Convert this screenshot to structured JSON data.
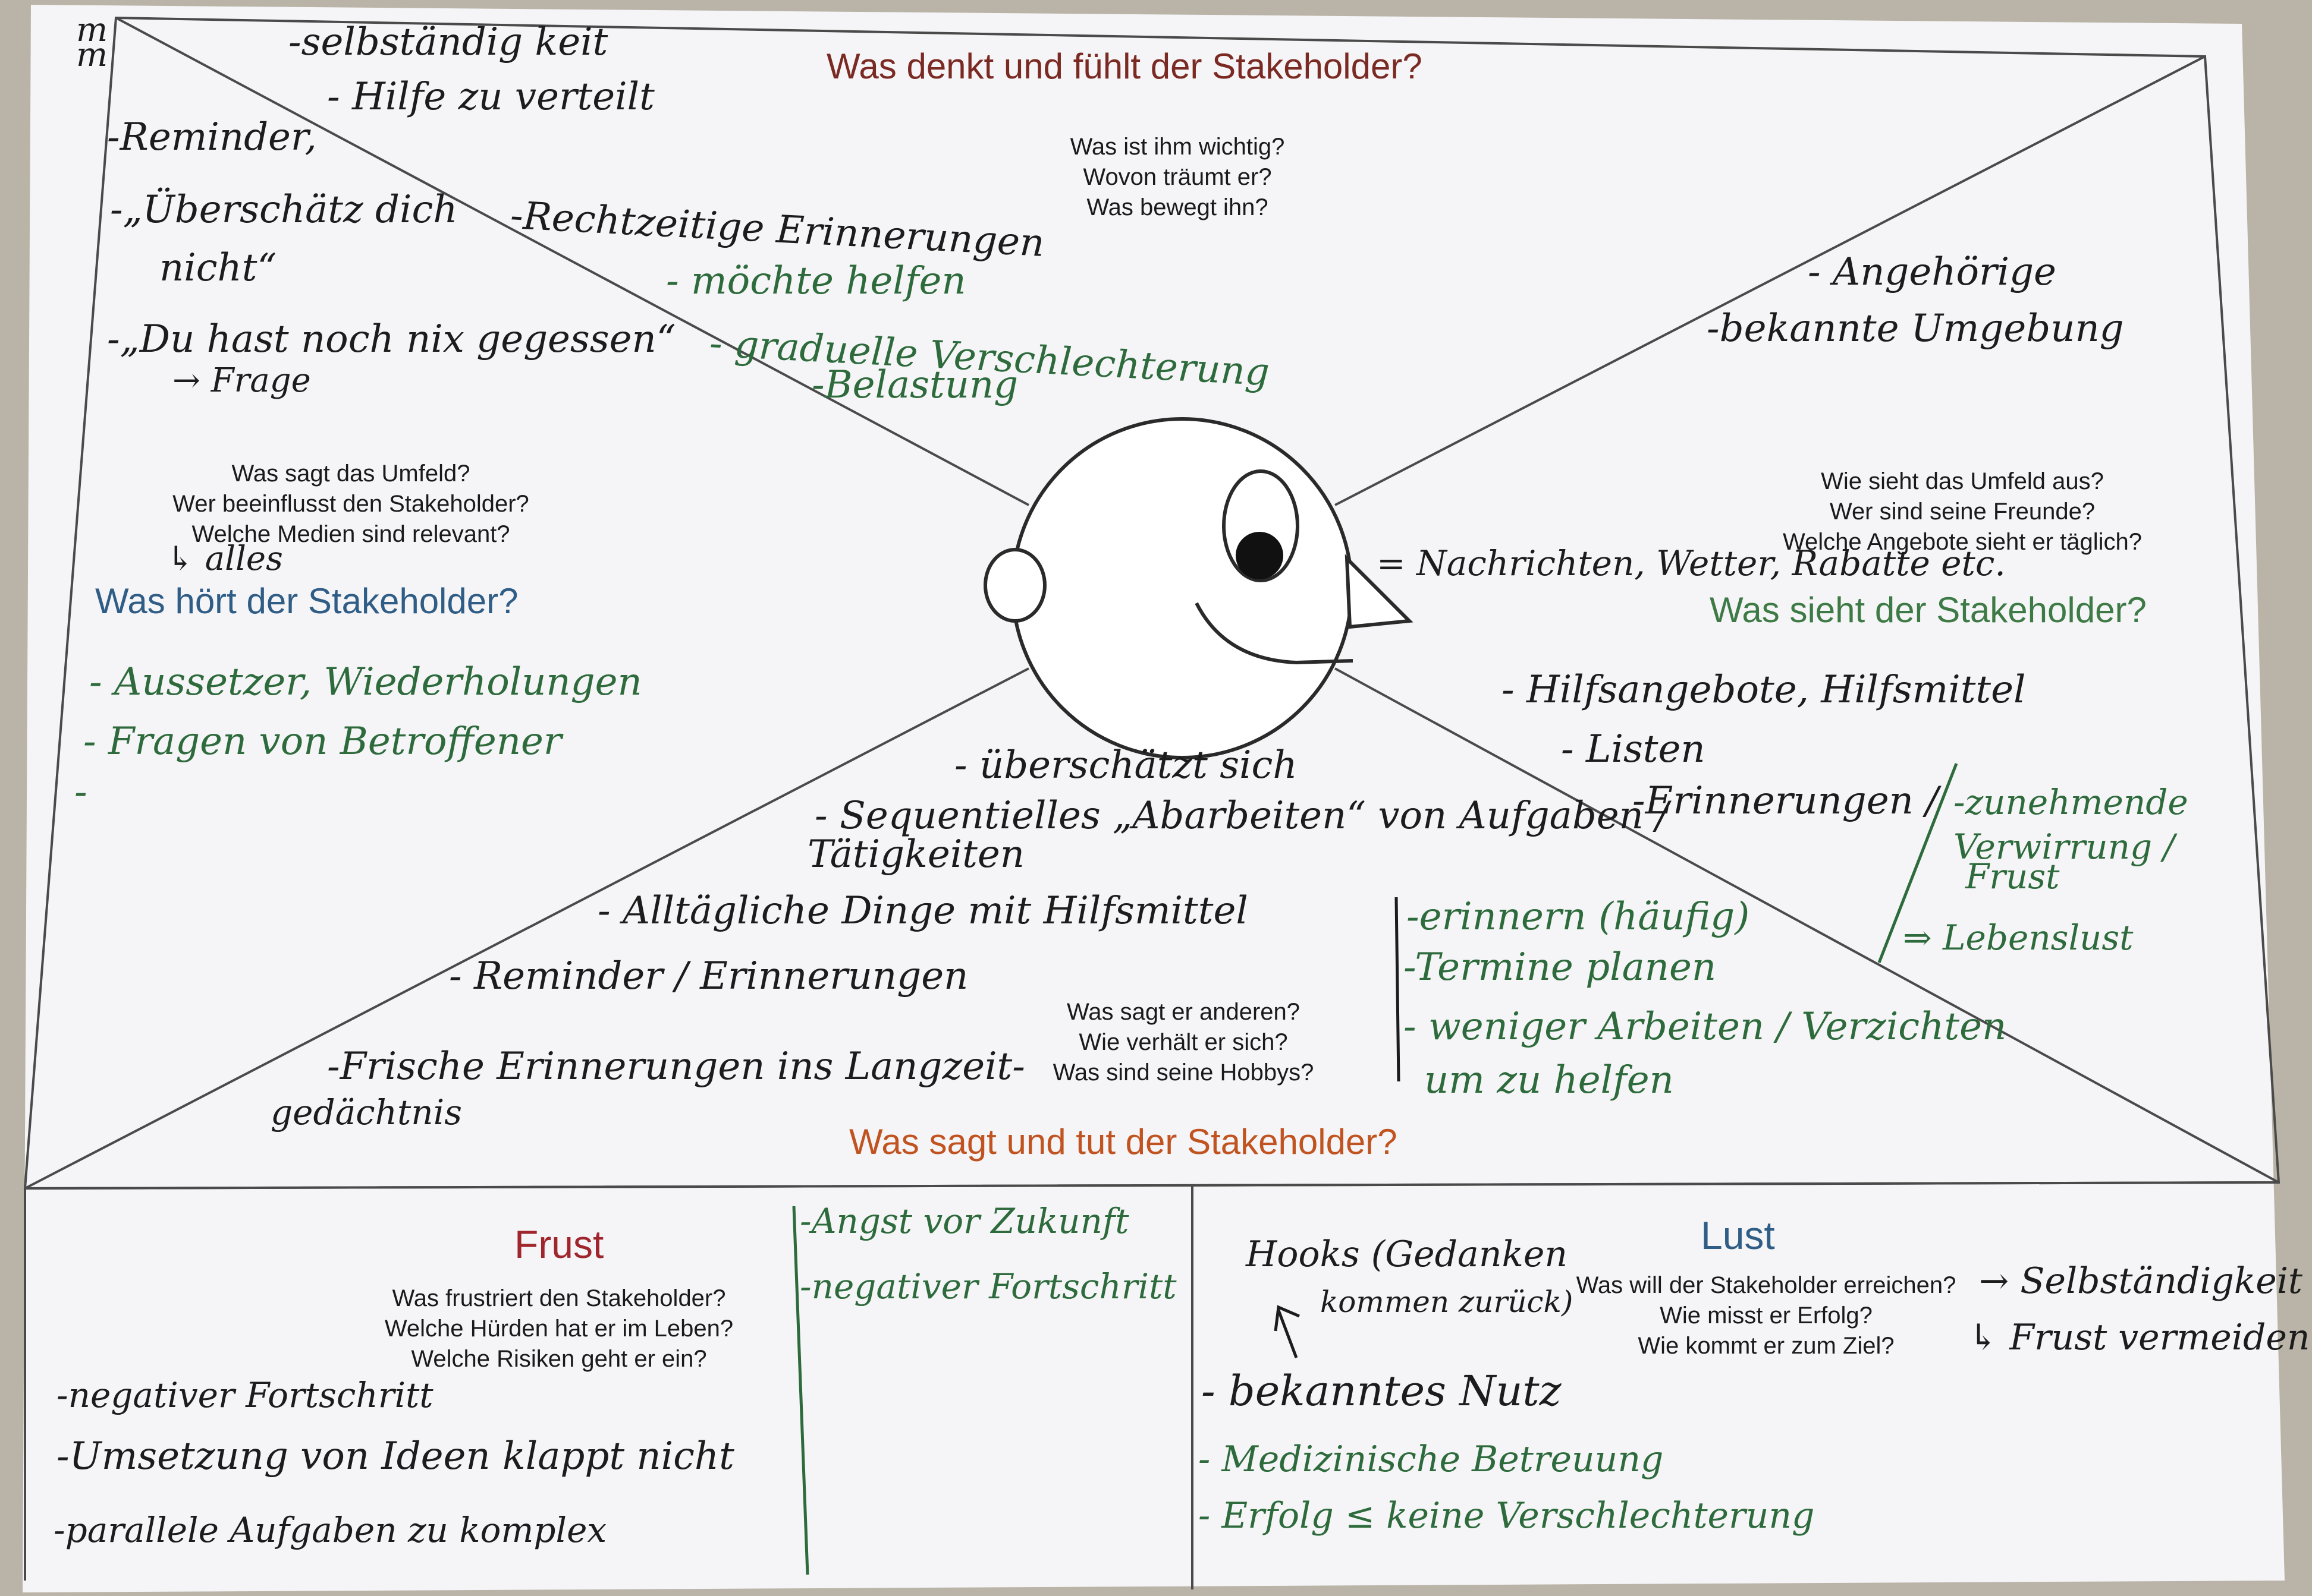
{
  "colors": {
    "paper": "#f5f4f7",
    "think_title": "#7a2a22",
    "hear_title": "#2f5d86",
    "see_title": "#3d7a45",
    "say_title": "#c0531f",
    "frust_title": "#a0262d",
    "lust_title": "#2f5d86",
    "ink_black": "#1c1c1c",
    "ink_green": "#2e6b3c",
    "lines": "#4a4a4a"
  },
  "think": {
    "title": "Was denkt und fühlt der Stakeholder?",
    "questions": "Was ist ihm wichtig?\nWovon träumt er?\nWas bewegt ihn?",
    "notes": {
      "n1": "-selbständig keit",
      "n2": "- Hilfe zu verteilt",
      "n3": "-Reminder,",
      "n4": "-„Überschätz dich",
      "n5": "nicht“",
      "n6": "-Rechtzeitige Erinnerungen",
      "n7": "-„Du hast noch nix gegessen“",
      "n8": "→ Frage"
    },
    "green": {
      "g1": "- möchte helfen",
      "g2": "- graduelle Verschlechterung",
      "g3": "-Belastung"
    }
  },
  "hear": {
    "title": "Was hört der Stakeholder?",
    "questions": "Was sagt das Umfeld?\nWer beeinflusst den Stakeholder?\nWelche Medien sind relevant?",
    "note_alles": "↳ alles",
    "green": {
      "g1": "- Aussetzer, Wiederholungen",
      "g2": "- Fragen von Betroffener",
      "g3": "-"
    }
  },
  "see": {
    "title": "Was sieht der Stakeholder?",
    "questions": "Wie sieht das Umfeld aus?\nWer sind seine Freunde?\nWelche Angebote sieht er täglich?",
    "notes": {
      "n1": "- Angehörige",
      "n2": "-bekannte Umgebung",
      "n3": "= Nachrichten, Wetter, Rabatte etc.",
      "n4": "- Hilfsangebote, Hilfsmittel",
      "n5": "- Listen",
      "n6": "-Erinnerungen /"
    },
    "green": {
      "g1": "-zunehmende",
      "g2": "Verwirrung /",
      "g3": "Frust",
      "g4": "⇒ Lebenslust"
    }
  },
  "say": {
    "title": "Was sagt und tut der Stakeholder?",
    "questions": "Was sagt er anderen?\nWie verhält er sich?\nWas sind seine Hobbys?",
    "notes": {
      "n1": "- überschätzt sich",
      "n2": "- Sequentielles „Abarbeiten“ von Aufgaben /",
      "n3": "Tätigkeiten",
      "n4": "- Alltägliche Dinge mit Hilfsmittel",
      "n5": "- Reminder / Erinnerungen",
      "n6": "-Frische Erinnerungen ins Langzeit-",
      "n7": "gedächtnis"
    },
    "green": {
      "g1": "-erinnern (häufig)",
      "g2": "-Termine planen",
      "g3": "- weniger Arbeiten / Verzichten",
      "g4": "um zu helfen"
    }
  },
  "frust": {
    "title": "Frust",
    "questions": "Was frustriert den Stakeholder?\nWelche Hürden hat er im Leben?\nWelche Risiken geht er ein?",
    "notes": {
      "n1": "-negativer Fortschritt",
      "n2": "-Umsetzung von Ideen klappt nicht",
      "n3": "-parallele Aufgaben zu komplex"
    },
    "green": {
      "g1": "-Angst vor Zukunft",
      "g2": "-negativer Fortschritt"
    }
  },
  "lust": {
    "title": "Lust",
    "questions": "Was will der Stakeholder erreichen?\nWie misst er Erfolg?\nWie kommt er zum Ziel?",
    "notes": {
      "n1": "Hooks (Gedanken",
      "n2": "kommen zurück)",
      "n3": "→ Selbständigkeit",
      "n4": "↳ Frust vermeiden",
      "n5": "- bekanntes Nutz"
    },
    "green": {
      "g1": "- Medizinische Betreuung",
      "g2": "- Erfolg ≤ keine Verschlechterung"
    }
  },
  "corner_marks": "m\nm"
}
